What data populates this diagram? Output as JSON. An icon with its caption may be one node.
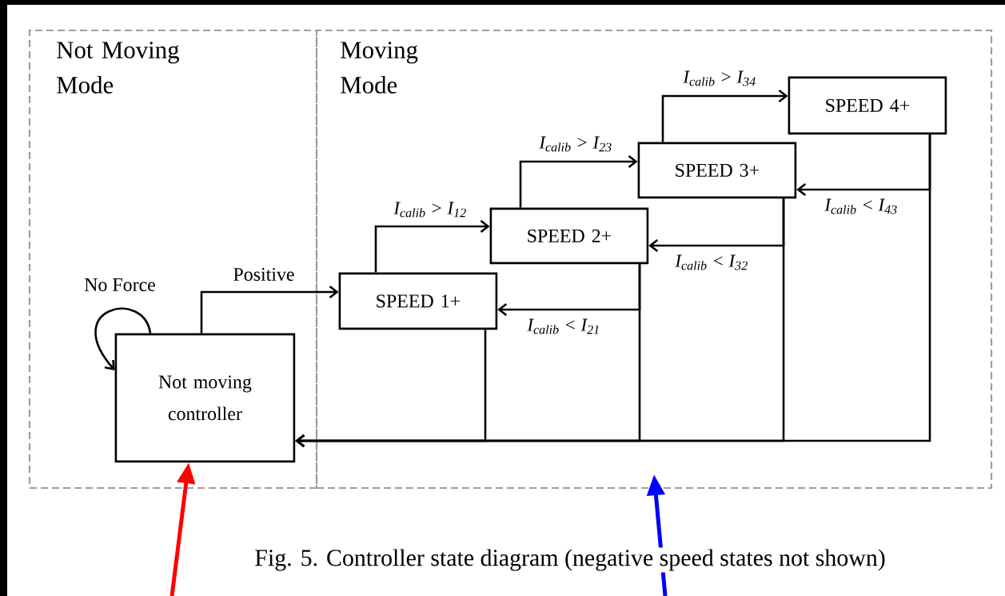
{
  "diagram": {
    "caption": "Fig. 5.   Controller state diagram (negative speed states not shown)",
    "nodes": [
      {
        "text": [
          "Not Moving Mode"
        ]
      },
      {
        "text": [
          "Moving Mode"
        ]
      },
      {
        "text": [
          "Not moving controller"
        ],
        "in": 0
      },
      {
        "text": [
          "SPEED 1+"
        ],
        "in": 1
      },
      {
        "text": [
          "SPEED 2+"
        ],
        "in": 1
      },
      {
        "text": [
          "SPEED 3+"
        ],
        "in": 1
      },
      {
        "text": [
          "SPEED 4+"
        ],
        "in": 1
      }
    ],
    "edges": [
      {
        "from": 2,
        "to": 2,
        "label": "No Force",
        "arrow": "to"
      },
      {
        "from": 2,
        "to": 3,
        "label": "Positive",
        "arrow": "to"
      },
      {
        "from": 3,
        "to": 4,
        "label": "I$_{calib}$ > I$_{12}$",
        "arrow": "to"
      },
      {
        "from": 4,
        "to": 5,
        "label": "I$_{calib}$ > I$_{23}$",
        "arrow": "to"
      },
      {
        "from": 5,
        "to": 6,
        "label": "I$_{calib}$ > I$_{34}$",
        "arrow": "to"
      },
      {
        "from": 4,
        "to": 3,
        "label": "I$_{calib}$ < I$_{21}$",
        "arrow": "to"
      },
      {
        "from": 5,
        "to": 4,
        "label": "I$_{calib}$ < I$_{32}$",
        "arrow": "to"
      },
      {
        "from": 6,
        "to": 5,
        "label": "I$_{calib}$ < I$_{43}$",
        "arrow": "to"
      },
      {
        "from": 3,
        "to": 2,
        "arrow": "to"
      },
      {
        "from": 4,
        "to": 2,
        "arrow": "to"
      },
      {
        "from": 5,
        "to": 2,
        "arrow": "to"
      },
      {
        "from": 6,
        "to": 2,
        "arrow": "to"
      },
      {
        "from": null,
        "to": 2,
        "arrow": "to",
        "style": "thick",
        "color": "#ff0000"
      },
      {
        "from": null,
        "to": 1,
        "arrow": "to",
        "style": "thick",
        "color": "#0000ff"
      }
    ]
  }
}
